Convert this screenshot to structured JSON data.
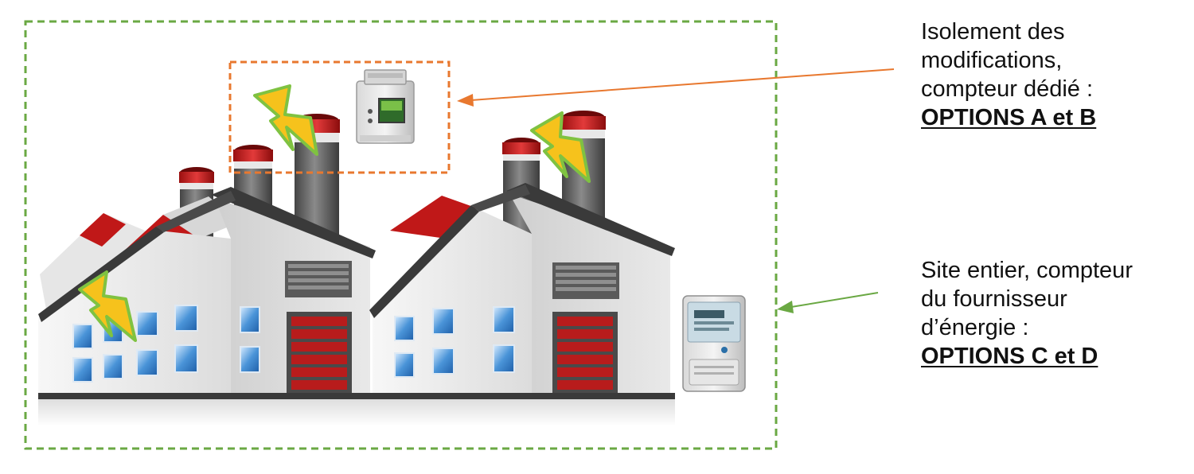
{
  "labels": {
    "submeter": {
      "lines": [
        "Isolement des",
        "modifications,",
        "compteur dédié :"
      ],
      "options": "OPTIONS A et B"
    },
    "whole_site": {
      "lines": [
        "Site entier, compteur",
        "du fournisseur",
        "d’énergie :"
      ],
      "options": "OPTIONS C et D"
    }
  },
  "colors": {
    "whole_site_boundary": "#6aa843",
    "submeter_boundary": "#e8782f",
    "roof_red": "#c01818",
    "door_red": "#b81c1c",
    "lightning_yellow": "#f6c21c",
    "lightning_outline": "#7fc241",
    "wall_light": "#f2f2f2",
    "wall_shade": "#c8c8c8",
    "chimney_gray": "#5a5a5a",
    "window_blue": "#3b86cc"
  },
  "icons": {
    "submeter_device": "din-rail-meter-icon",
    "utility_meter": "utility-meter-icon",
    "lightning": "lightning-bolt-icon",
    "factory": "factory-icon"
  }
}
